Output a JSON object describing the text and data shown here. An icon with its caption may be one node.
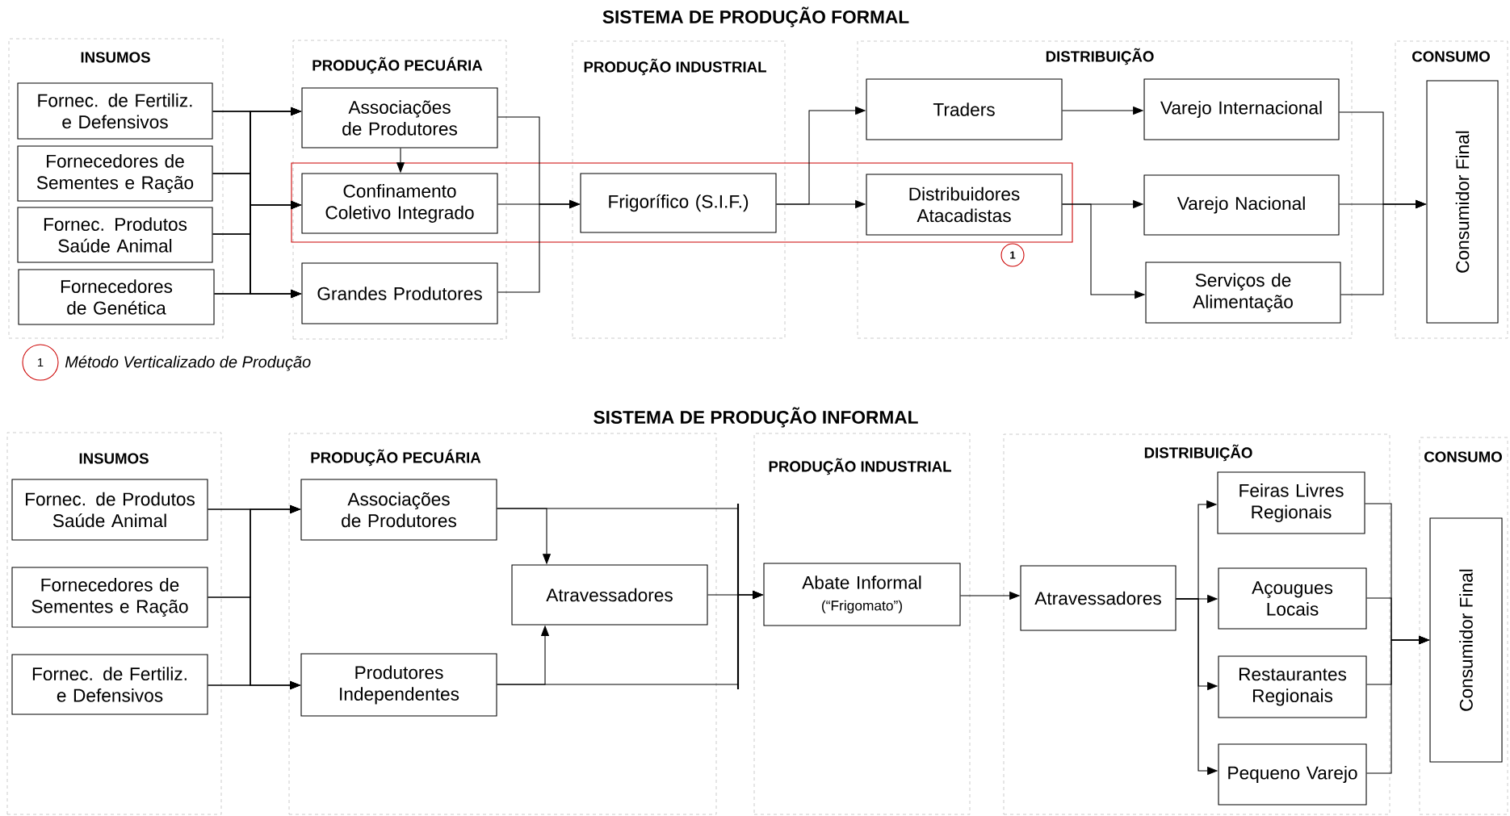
{
  "diagram": {
    "title": "SISTEMA DE PRODUÇÃO FORMAL",
    "nodes": [
      {
        "text": [
          "INSUMOS"
        ]
      },
      {
        "text": [
          "Fornec. de Fertiliz. e Defensivos"
        ],
        "in": 0
      },
      {
        "text": [
          "Fornecedores de Sementes e Ração"
        ],
        "in": 0
      },
      {
        "text": [
          "Fornec. Produtos Saúde Animal"
        ],
        "in": 0
      },
      {
        "text": [
          "Fornecedores de Genética"
        ],
        "in": 0
      },
      {
        "text": [
          "PRODUÇÃO PECUÁRIA"
        ]
      },
      {
        "text": [
          "Associações de Produtores"
        ],
        "in": 5
      },
      {
        "text": [
          "Confinamento Coletivo Integrado"
        ],
        "in": 5
      },
      {
        "text": [
          "Grandes Produtores"
        ],
        "in": 5
      },
      {
        "text": [
          "PRODUÇÃO INDUSTRIAL"
        ]
      },
      {
        "text": [
          "Frigorífico (S.I.F.)"
        ],
        "in": 9
      },
      {
        "text": [
          "DISTRIBUIÇÃO"
        ]
      },
      {
        "text": [
          "Traders"
        ],
        "in": 11
      },
      {
        "text": [
          "Distribuidores Atacadistas"
        ],
        "in": 11
      },
      {
        "text": [
          "Varejo Internacional"
        ],
        "in": 11
      },
      {
        "text": [
          "Varejo Nacional"
        ],
        "in": 11
      },
      {
        "text": [
          "Serviços de Alimentação"
        ],
        "in": 11
      },
      {
        "text": [
          "CONSUMO"
        ]
      },
      {
        "text": [
          "Consumidor Final"
        ],
        "in": 17
      },
      {
        "text": [
          "INSUMOS"
        ]
      },
      {
        "text": [
          "Fornec. de Produtos Saúde Animal"
        ],
        "in": 19
      },
      {
        "text": [
          "Fornecedores de Sementes e Ração"
        ],
        "in": 19
      },
      {
        "text": [
          "Fornec. de Fertiliz. e Defensivos"
        ],
        "in": 19
      },
      {
        "text": [
          "PRODUÇÃO PECUÁRIA"
        ]
      },
      {
        "text": [
          "Associações de Produtores"
        ],
        "in": 23
      },
      {
        "text": [
          "Atravessadores"
        ],
        "in": 23
      },
      {
        "text": [
          "Produtores Independentes"
        ],
        "in": 23
      },
      {
        "text": [
          "PRODUÇÃO INDUSTRIAL"
        ]
      },
      {
        "text": [
          "Abate Informal",
          "(“Frigomato”)"
        ],
        "in": 27
      },
      {
        "text": [
          "DISTRIBUIÇÃO"
        ]
      },
      {
        "text": [
          "Atravessadores"
        ],
        "in": 29
      },
      {
        "text": [
          "Feiras Livres Regionais"
        ],
        "in": 29
      },
      {
        "text": [
          "Açougues Locais"
        ],
        "in": 29
      },
      {
        "text": [
          "Restaurantes Regionais"
        ],
        "in": 29
      },
      {
        "text": [
          "Pequeno Varejo"
        ],
        "in": 29
      },
      {
        "text": [
          "CONSUMO"
        ]
      },
      {
        "text": [
          "Consumidor Final"
        ],
        "in": 35
      }
    ],
    "edges": [
      {
        "from": 1,
        "to": 6,
        "arrow": "to"
      },
      {
        "from": 1,
        "to": 7,
        "arrow": "to"
      },
      {
        "from": 1,
        "to": 8,
        "arrow": "to"
      },
      {
        "from": 2,
        "to": 6,
        "arrow": "to"
      },
      {
        "from": 2,
        "to": 7,
        "arrow": "to"
      },
      {
        "from": 2,
        "to": 8,
        "arrow": "to"
      },
      {
        "from": 3,
        "to": 6,
        "arrow": "to"
      },
      {
        "from": 3,
        "to": 7,
        "arrow": "to"
      },
      {
        "from": 3,
        "to": 8,
        "arrow": "to"
      },
      {
        "from": 4,
        "to": 6,
        "arrow": "to"
      },
      {
        "from": 4,
        "to": 7,
        "arrow": "to"
      },
      {
        "from": 4,
        "to": 8,
        "arrow": "to"
      },
      {
        "from": 6,
        "to": 7,
        "arrow": "to"
      },
      {
        "from": 6,
        "to": 10,
        "arrow": "to"
      },
      {
        "from": 7,
        "to": 10,
        "arrow": "to"
      },
      {
        "from": 8,
        "to": 10,
        "arrow": "to"
      },
      {
        "from": 10,
        "to": 12,
        "arrow": "to"
      },
      {
        "from": 10,
        "to": 13,
        "arrow": "to"
      },
      {
        "from": 12,
        "to": 14,
        "arrow": "to"
      },
      {
        "from": 13,
        "to": 15,
        "arrow": "to"
      },
      {
        "from": 13,
        "to": 16,
        "arrow": "to"
      },
      {
        "from": 14,
        "to": 18,
        "arrow": "to"
      },
      {
        "from": 15,
        "to": 18,
        "arrow": "to"
      },
      {
        "from": 16,
        "to": 18,
        "arrow": "to"
      },
      {
        "from": 20,
        "to": 24,
        "arrow": "to"
      },
      {
        "from": 20,
        "to": 26,
        "arrow": "to"
      },
      {
        "from": 21,
        "to": 24,
        "arrow": "to"
      },
      {
        "from": 21,
        "to": 26,
        "arrow": "to"
      },
      {
        "from": 22,
        "to": 24,
        "arrow": "to"
      },
      {
        "from": 22,
        "to": 26,
        "arrow": "to"
      },
      {
        "from": 24,
        "to": 25,
        "arrow": "to"
      },
      {
        "from": 26,
        "to": 25,
        "arrow": "to"
      },
      {
        "from": 24,
        "to": 28,
        "arrow": "to"
      },
      {
        "from": 25,
        "to": 28,
        "arrow": "to"
      },
      {
        "from": 26,
        "to": 28,
        "arrow": "to"
      },
      {
        "from": 28,
        "to": 30,
        "arrow": "to"
      },
      {
        "from": 30,
        "to": 31,
        "arrow": "to"
      },
      {
        "from": 30,
        "to": 32,
        "arrow": "to"
      },
      {
        "from": 30,
        "to": 33,
        "arrow": "to"
      },
      {
        "from": 30,
        "to": 34,
        "arrow": "to"
      },
      {
        "from": 31,
        "to": 36,
        "arrow": "to"
      },
      {
        "from": 32,
        "to": 36,
        "arrow": "to"
      },
      {
        "from": 33,
        "to": 36,
        "arrow": "to"
      },
      {
        "from": 34,
        "to": 36,
        "arrow": "to"
      }
    ],
    "labels": [
      "1",
      "1",
      "SISTEMA DE PRODUÇÃO INFORMAL"
    ],
    "legend": [
      {
        "text": "Método Verticalizado de Produção"
      }
    ]
  }
}
